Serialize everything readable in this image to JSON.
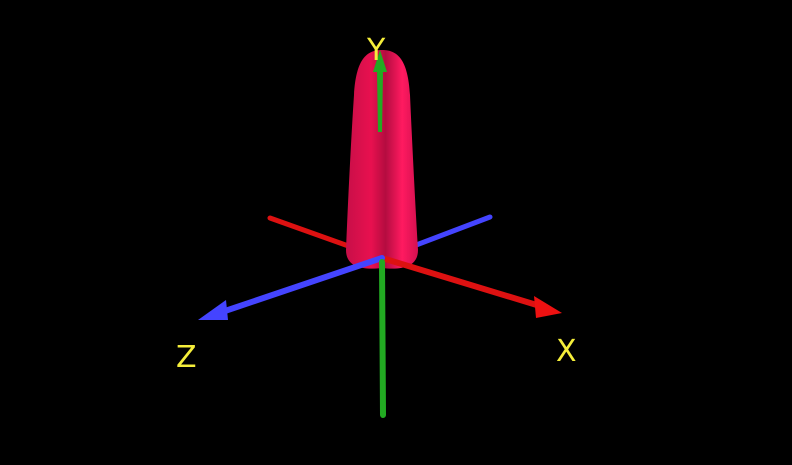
{
  "scene": {
    "background_color": "#000000",
    "shape_color": "#ee1155",
    "label_color": "#f5ee3a"
  },
  "axes": {
    "x": {
      "label": "X",
      "color": "#dd1111"
    },
    "y": {
      "label": "Y",
      "color": "#22aa22"
    },
    "z": {
      "label": "Z",
      "color": "#4444ff"
    }
  }
}
